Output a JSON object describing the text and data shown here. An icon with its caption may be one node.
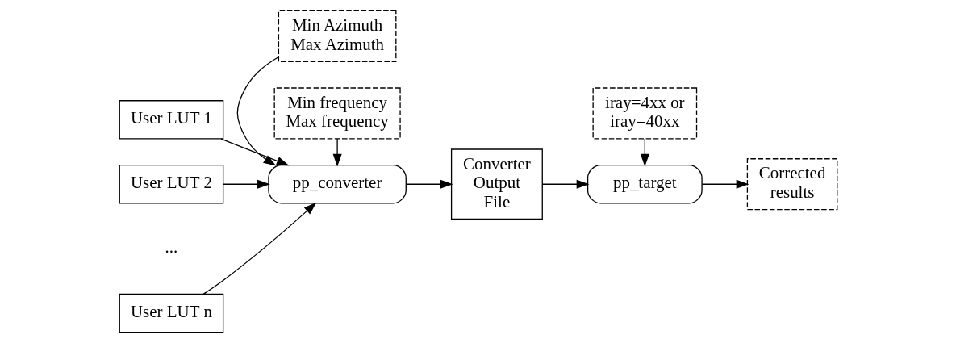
{
  "diagram": {
    "nodes": [
      {
        "text": [
          "User LUT 1"
        ]
      },
      {
        "text": [
          "User LUT 2"
        ]
      },
      {
        "text": [
          "User LUT n"
        ]
      },
      {
        "text": [
          "Min Azimuth Max Azimuth"
        ]
      },
      {
        "text": [
          "pp_converter"
        ]
      },
      {
        "text": [
          "Min frequency Max frequency"
        ]
      },
      {
        "text": [
          "Converter Output File"
        ]
      },
      {
        "text": [
          "iray=4xx or iray=40xx"
        ]
      },
      {
        "text": [
          "pp_target"
        ]
      },
      {
        "text": [
          "Corrected results"
        ]
      }
    ],
    "edges": [
      {
        "from": 0,
        "to": 4,
        "arrow": "to"
      },
      {
        "from": 1,
        "to": 4,
        "arrow": "to"
      },
      {
        "from": 2,
        "to": 4,
        "arrow": "to"
      },
      {
        "from": 3,
        "to": 4,
        "arrow": "to"
      },
      {
        "from": 5,
        "to": 4,
        "arrow": "to"
      },
      {
        "from": 4,
        "to": 6,
        "arrow": "to"
      },
      {
        "from": 6,
        "to": 8,
        "arrow": "to"
      },
      {
        "from": 7,
        "to": 8,
        "arrow": "to"
      },
      {
        "from": 8,
        "to": 9,
        "arrow": "to"
      }
    ],
    "labels": [
      "..."
    ]
  }
}
